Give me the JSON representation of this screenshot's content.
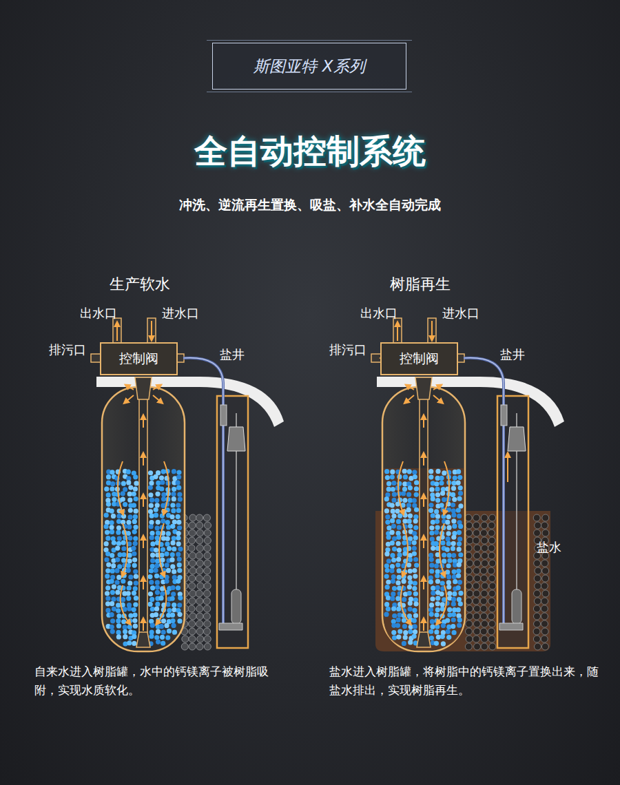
{
  "diagram": {
    "title": "全自动控制系统",
    "nodes": [
      {
        "text": [
          "斯图亚特 X系列"
        ]
      },
      {
        "text": [
          "控制阀"
        ]
      },
      {
        "text": [
          "控制阀"
        ]
      }
    ],
    "labels": [
      "冲洗、逆流再生置换、吸盐、补水全自动完成",
      "生产软水",
      "出水口",
      "进水口",
      "排污口",
      "盐井",
      "自来水进入树脂罐，水中的钙镁离子被树脂吸附，实现水质软化。",
      "树脂再生",
      "出水口",
      "进水口",
      "排污口",
      "盐井",
      "盐水",
      "盐水进入树脂罐，将树脂中的钙镁离子置换出来，随盐水排出，实现树脂再生。"
    ]
  }
}
